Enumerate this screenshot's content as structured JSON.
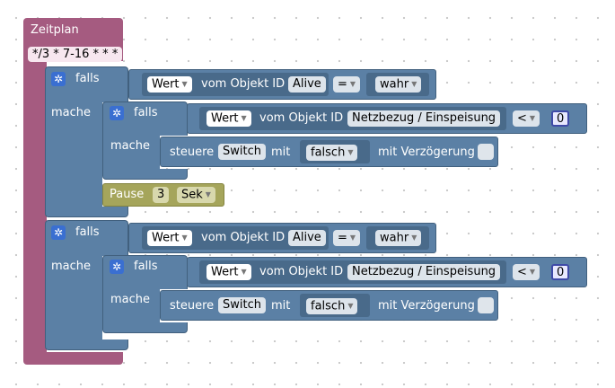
{
  "trigger": {
    "title": "Zeitplan",
    "cron": "*/3 * 7-16 * * *"
  },
  "blocks": {
    "falls": "falls",
    "mache": "mache",
    "wert": "Wert",
    "vom_objekt": "vom Objekt ID",
    "alive": "Alive",
    "eq": "=",
    "wahr": "wahr",
    "netzbezug": "Netzbezug / Einspeisung",
    "lt": "<",
    "zero": "0",
    "steuere": "steuere",
    "switch": "Switch",
    "mit": "mit",
    "falsch": "falsch",
    "verzoegerung": "mit Verzögerung",
    "pause": "Pause",
    "pause_val": "3",
    "sek": "Sek"
  },
  "colors": {
    "trigger": "#a55b80",
    "logic": "#5b80a5",
    "timeout": "#a5a55b"
  },
  "icons": [
    "gear-icon",
    "dropdown-arrow-icon",
    "checkbox-icon"
  ]
}
